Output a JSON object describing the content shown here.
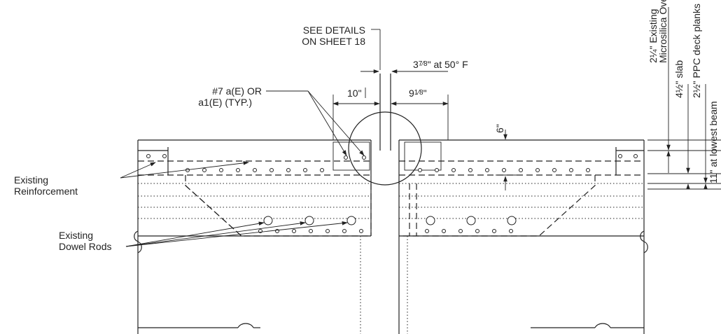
{
  "callouts": {
    "see_details_1": "SEE DETAILS",
    "see_details_2": "ON SHEET 18",
    "rebar_1": "#7 a(E) OR",
    "rebar_2": "a1(E) (TYP.)",
    "reinf_1": "Existing",
    "reinf_2": "Reinforcement",
    "dowel_1": "Existing",
    "dowel_2": "Dowel Rods"
  },
  "dimensions": {
    "gap_whole": "3",
    "gap_frac": "7⁄8",
    "gap_rest": "\" at 50° F",
    "left_width": "10\"",
    "right_whole": "9",
    "right_frac": "1⁄8",
    "right_rest": "\"",
    "depth": "6\""
  },
  "layers": {
    "overlay_1": "2¼\" Existing",
    "overlay_2": "Microsilica Overlay",
    "slab": "4½\" slab",
    "planks": "2½\" PPC deck planks",
    "beam": "11\" at lowest beam"
  },
  "colors": {
    "line": "#222222",
    "background": "#ffffff"
  }
}
